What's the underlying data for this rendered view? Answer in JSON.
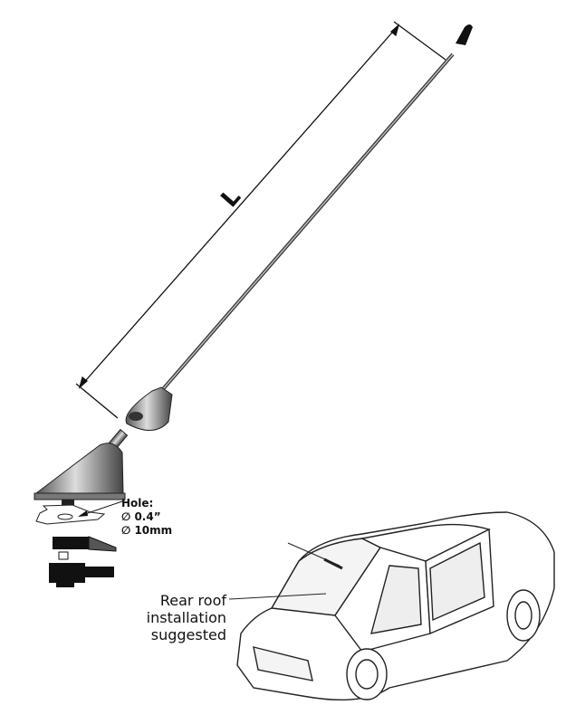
{
  "dimension_label": "L",
  "hole": {
    "title": "Hole:",
    "size_in": "∅ 0.4”",
    "size_mm": "∅ 10mm"
  },
  "note": {
    "line1": "Rear roof",
    "line2": "installation",
    "line3": "suggested"
  }
}
